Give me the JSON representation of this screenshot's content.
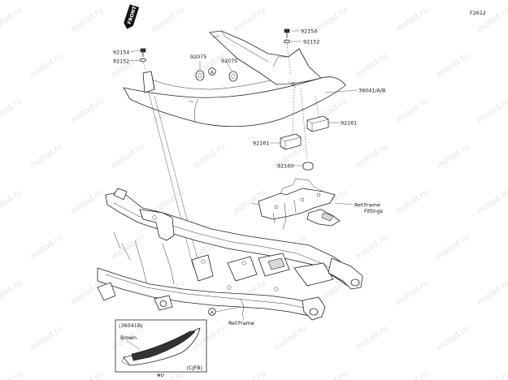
{
  "diagram_code": "F2612",
  "watermark_text": "motod.ru",
  "front_label": "FRONT",
  "labels": {
    "p92154_right": "92154",
    "p92152_right": "92152",
    "p92154_left": "92154",
    "p92152_left": "92152",
    "p92075_a": "92075",
    "p92075_b": "92075",
    "p36041": "36041/A/B",
    "p92161_right": "92161",
    "p92161_left": "92161",
    "p92160": "92160",
    "ref_frame_fittings_1": "Ref.Frame",
    "ref_frame_fittings_2": "Fittings",
    "ref_frame": "Ref.Frame"
  },
  "callout_letter": "A",
  "inset": {
    "title": "(36041B)",
    "color_label": "Brown",
    "model_code": "(CJFB)"
  },
  "footnote_mark": "✻D",
  "colors": {
    "line": "#222222",
    "watermark": "#e3e3e3"
  }
}
